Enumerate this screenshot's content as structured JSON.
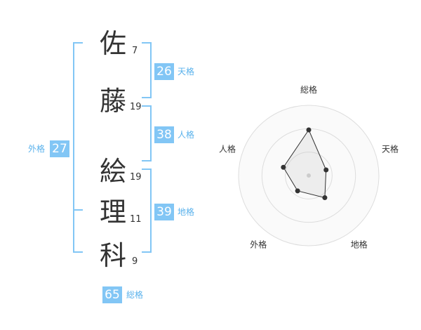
{
  "name_chars": [
    {
      "char": "佐",
      "strokes": "7"
    },
    {
      "char": "藤",
      "strokes": "19"
    },
    {
      "char": "絵",
      "strokes": "19"
    },
    {
      "char": "理",
      "strokes": "11"
    },
    {
      "char": "科",
      "strokes": "9"
    }
  ],
  "fortunes": {
    "tenkaku": {
      "value": "26",
      "label": "天格"
    },
    "jinkaku": {
      "value": "38",
      "label": "人格"
    },
    "chikaku": {
      "value": "39",
      "label": "地格"
    },
    "gaikaku": {
      "value": "27",
      "label": "外格"
    },
    "soukaku": {
      "value": "65",
      "label": "総格"
    }
  },
  "colors": {
    "accent": "#82c6f5",
    "label": "#5ab2ec"
  },
  "chart_data": {
    "type": "radar",
    "axes": [
      "総格",
      "天格",
      "地格",
      "外格",
      "人格"
    ],
    "values": [
      65,
      26,
      39,
      27,
      38
    ],
    "rmax": 100,
    "rings": 3,
    "grid": true
  }
}
